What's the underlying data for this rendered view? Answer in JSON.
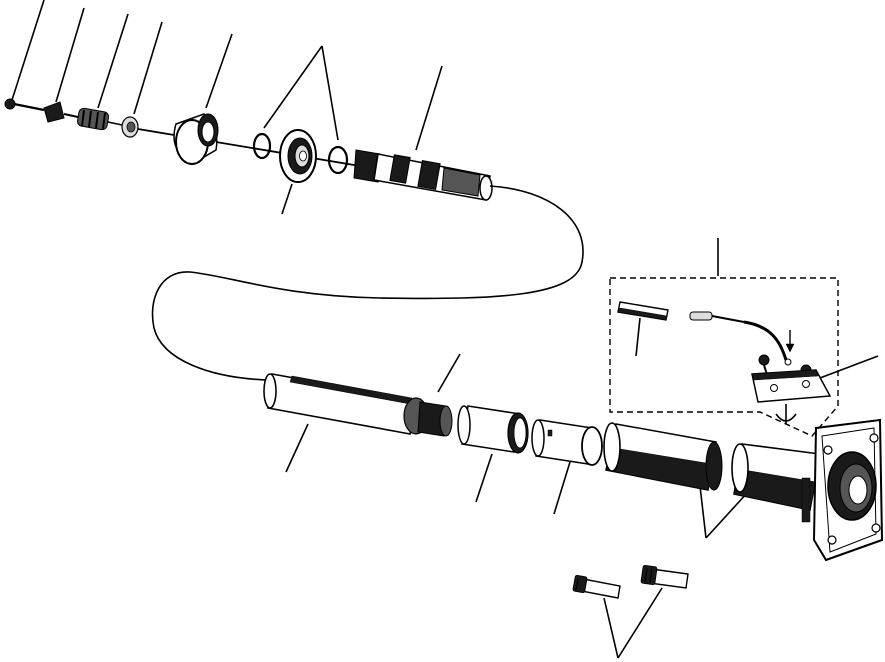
{
  "diagram": {
    "type": "exploded-parts-illustration",
    "ink_color": "#000000",
    "background_color": "#ffffff",
    "leader_line_count": 14,
    "callout_group_count": 4
  }
}
